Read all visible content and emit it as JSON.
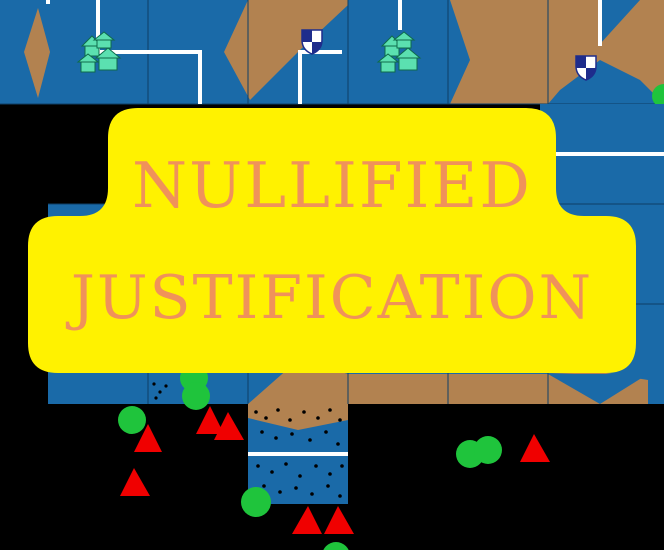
{
  "screen": {
    "title_lines": [
      "NULLIFIED",
      "JUSTIFICATION"
    ]
  },
  "colors": {
    "water": "#1a6aa8",
    "land": "#b28250",
    "road": "#ffffff",
    "void": "#000000",
    "banner": "#fff200",
    "banner_text": "#f0925a",
    "tree": "#1fc43c",
    "mountain": "#f00000",
    "village": "#5be0b0",
    "shield_dark": "#1e2c8c",
    "shield_light": "#ffffff"
  },
  "map_features": [
    {
      "type": "village-icon"
    },
    {
      "type": "village-icon"
    },
    {
      "type": "castle-shield-icon"
    },
    {
      "type": "castle-shield-icon"
    },
    {
      "type": "tree-icon"
    },
    {
      "type": "mountain-icon"
    },
    {
      "type": "swamp-tile"
    }
  ]
}
